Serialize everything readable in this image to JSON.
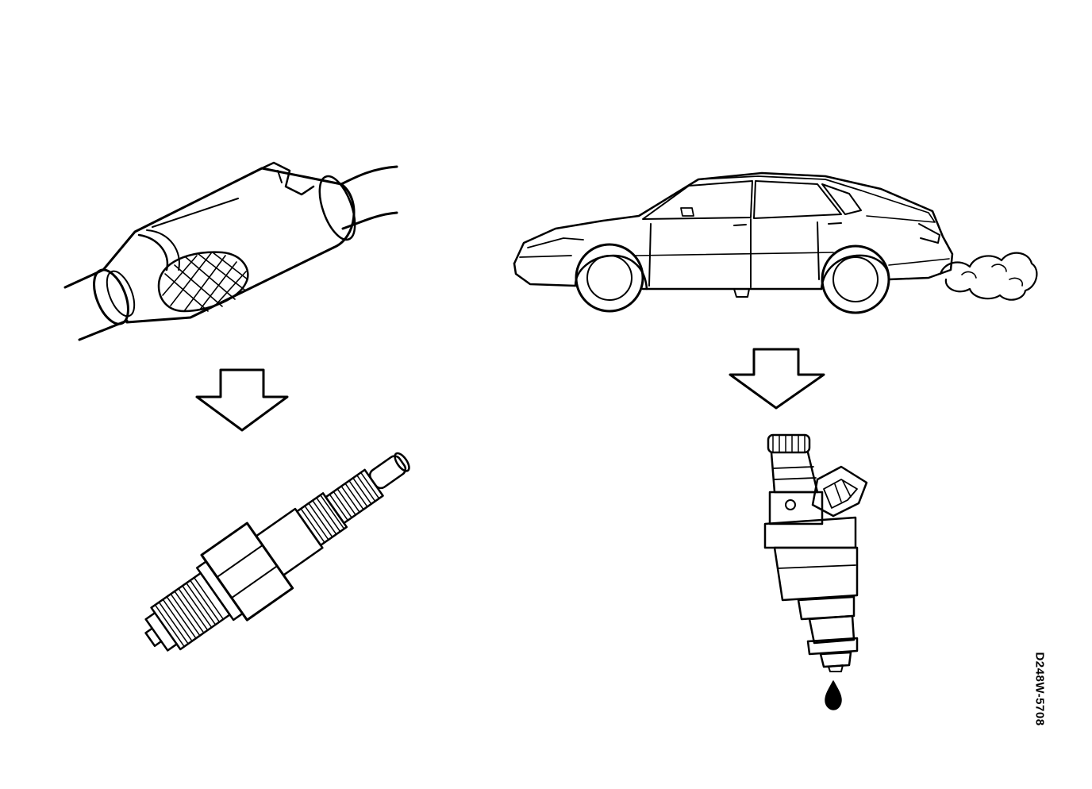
{
  "figure": {
    "code": "D248W-5708",
    "ink_color": "#000000",
    "background": "#ffffff"
  },
  "panels": [
    {
      "cause": "catalytic-converter",
      "effect": "spark-plug"
    },
    {
      "cause": "car-exhaust-smoke",
      "effect": "fuel-injector-drip"
    }
  ],
  "icons": {
    "cause_to_effect": "down-arrow-icon"
  }
}
